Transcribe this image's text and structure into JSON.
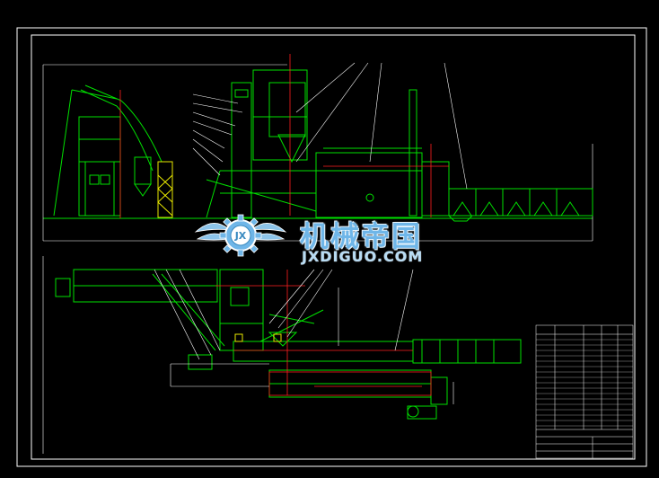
{
  "watermark": {
    "title": "机械帝国",
    "subtitle": "JXDIGUO.COM",
    "logo_text": "JX"
  },
  "colors": {
    "background": "#000000",
    "frame": "#ffffff",
    "green": "#00e000",
    "red": "#ff2020",
    "yellow": "#e8e800",
    "white": "#ffffff",
    "watermark_blue": "#6fb6e8"
  }
}
